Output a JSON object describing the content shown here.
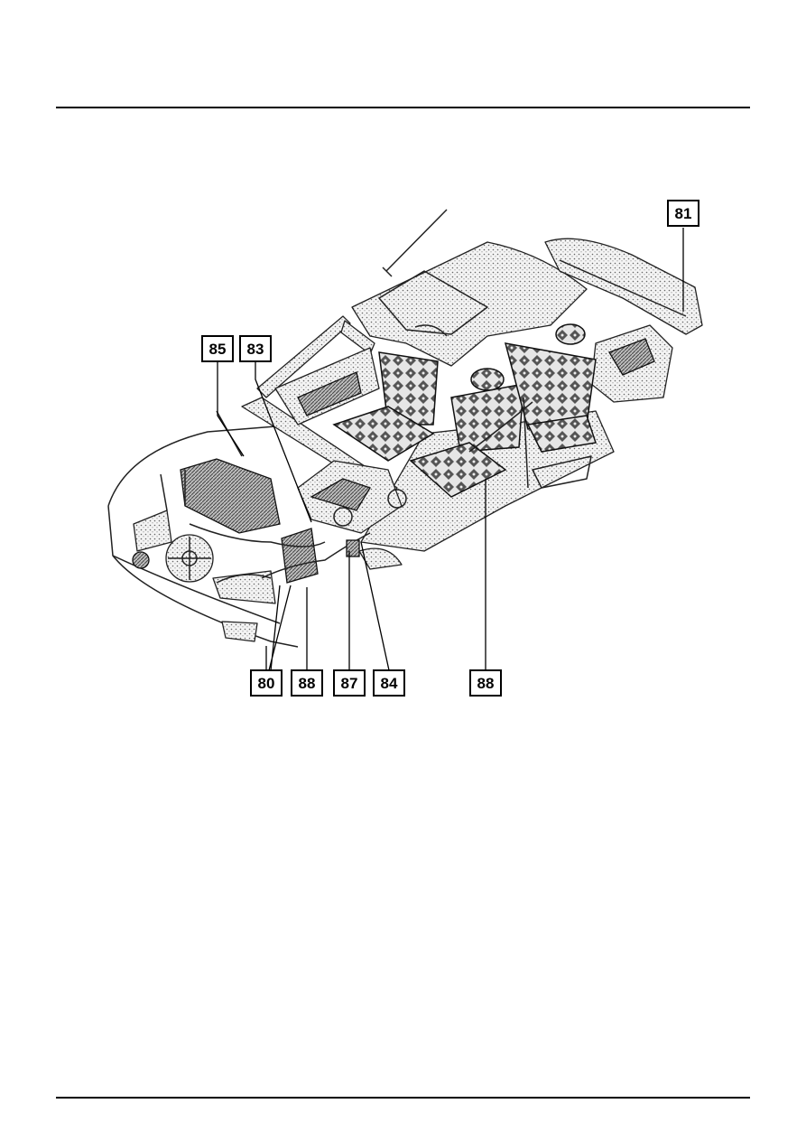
{
  "callouts": [
    {
      "id": "c81",
      "label": "81"
    },
    {
      "id": "c85",
      "label": "85"
    },
    {
      "id": "c83",
      "label": "83"
    },
    {
      "id": "c80",
      "label": "80"
    },
    {
      "id": "c88a",
      "label": "88"
    },
    {
      "id": "c87",
      "label": "87"
    },
    {
      "id": "c84",
      "label": "84"
    },
    {
      "id": "c88b",
      "label": "88"
    }
  ]
}
